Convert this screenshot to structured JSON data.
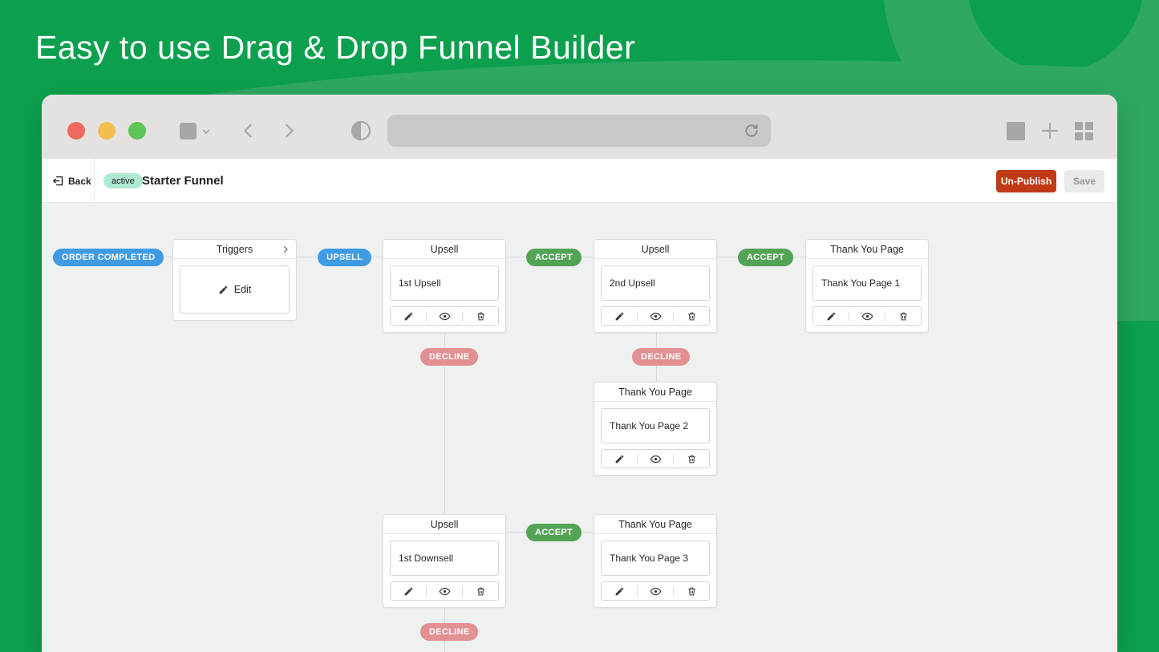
{
  "hero": {
    "title": "Easy to use Drag & Drop Funnel Builder"
  },
  "browser": {
    "icons": [
      "close",
      "minimize",
      "zoom",
      "sidebar",
      "chevron-down",
      "back",
      "forward",
      "reader",
      "reload",
      "stop-square",
      "new-tab",
      "tab-overview"
    ]
  },
  "header": {
    "back_label": "Back",
    "status_badge": "active",
    "title": "Starter Funnel",
    "unpublish_label": "Un-Publish",
    "save_label": "Save"
  },
  "funnel": {
    "entry_badge": "ORDER COMPLETED",
    "upsell_badge": "UPSELL",
    "accept_badge": "ACCEPT",
    "decline_badge": "DECLINE",
    "trigger_card": {
      "title": "Triggers",
      "edit_label": "Edit"
    },
    "cards": [
      {
        "type": "Upsell",
        "name": "1st Upsell"
      },
      {
        "type": "Upsell",
        "name": "2nd Upsell"
      },
      {
        "type": "Thank You Page",
        "name": "Thank You Page 1"
      },
      {
        "type": "Thank You Page",
        "name": "Thank You Page 2"
      },
      {
        "type": "Upsell",
        "name": "1st Downsell"
      },
      {
        "type": "Thank You Page",
        "name": "Thank You Page 3"
      }
    ]
  },
  "colors": {
    "brand_green": "#0ca04e",
    "decor_light_green": "#2fa862",
    "badge_blue": "#3f9be4",
    "badge_green": "#53a355",
    "badge_red": "#e39093",
    "active_badge_bg": "#aee9d1",
    "unpublish_red": "#c13a17"
  }
}
